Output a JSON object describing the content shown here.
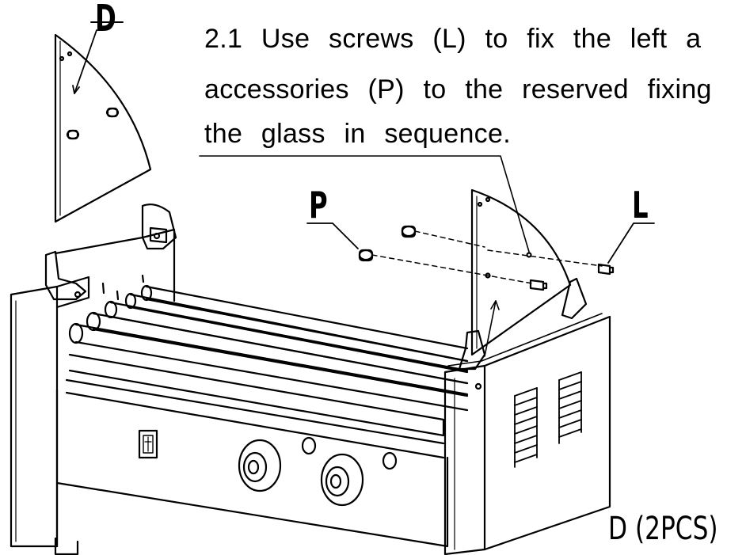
{
  "instruction": {
    "line1": "2.1 Use screws (L) to fix the left a",
    "line2": "accessories (P) to the reserved fixing",
    "line3": "the glass in sequence."
  },
  "callouts": {
    "glass_panel": "D",
    "accessory": "P",
    "screw": "L"
  },
  "quantity_label": "D (2PCS)"
}
